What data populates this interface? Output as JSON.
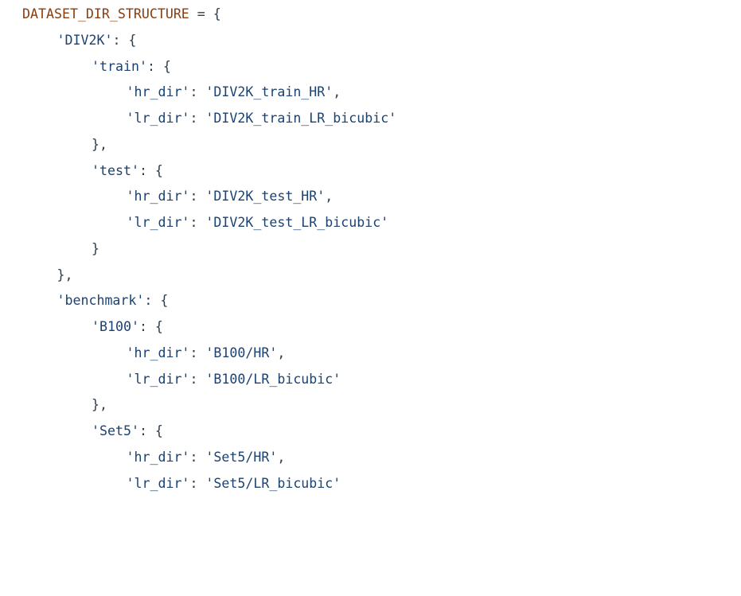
{
  "editor": {
    "colors": {
      "identifier": "#8a3d0c",
      "string": "#1c4270",
      "punctuation": "#2f3d4a",
      "background": "#ffffff"
    },
    "lines": [
      {
        "indent": 0,
        "tokens": [
          {
            "type": "name",
            "text": "DATASET_DIR_STRUCTURE"
          },
          {
            "type": "op",
            "text": " = "
          },
          {
            "type": "punct",
            "text": "{"
          }
        ]
      },
      {
        "indent": 1,
        "tokens": [
          {
            "type": "key",
            "text": "'DIV2K'"
          },
          {
            "type": "punct",
            "text": ": {"
          }
        ]
      },
      {
        "indent": 2,
        "tokens": [
          {
            "type": "key",
            "text": "'train'"
          },
          {
            "type": "punct",
            "text": ": {"
          }
        ]
      },
      {
        "indent": 3,
        "tokens": [
          {
            "type": "key",
            "text": "'hr_dir'"
          },
          {
            "type": "punct",
            "text": ": "
          },
          {
            "type": "str",
            "text": "'DIV2K_train_HR'"
          },
          {
            "type": "punct",
            "text": ","
          }
        ]
      },
      {
        "indent": 3,
        "tokens": [
          {
            "type": "key",
            "text": "'lr_dir'"
          },
          {
            "type": "punct",
            "text": ": "
          },
          {
            "type": "str",
            "text": "'DIV2K_train_LR_bicubic'"
          }
        ]
      },
      {
        "indent": 2,
        "tokens": [
          {
            "type": "punct",
            "text": "},"
          }
        ]
      },
      {
        "indent": 2,
        "tokens": [
          {
            "type": "key",
            "text": "'test'"
          },
          {
            "type": "punct",
            "text": ": {"
          }
        ]
      },
      {
        "indent": 3,
        "tokens": [
          {
            "type": "key",
            "text": "'hr_dir'"
          },
          {
            "type": "punct",
            "text": ": "
          },
          {
            "type": "str",
            "text": "'DIV2K_test_HR'"
          },
          {
            "type": "punct",
            "text": ","
          }
        ]
      },
      {
        "indent": 3,
        "tokens": [
          {
            "type": "key",
            "text": "'lr_dir'"
          },
          {
            "type": "punct",
            "text": ": "
          },
          {
            "type": "str",
            "text": "'DIV2K_test_LR_bicubic'"
          }
        ]
      },
      {
        "indent": 2,
        "tokens": [
          {
            "type": "punct",
            "text": "}"
          }
        ]
      },
      {
        "indent": 1,
        "tokens": [
          {
            "type": "punct",
            "text": "},"
          }
        ]
      },
      {
        "indent": 1,
        "tokens": [
          {
            "type": "key",
            "text": "'benchmark'"
          },
          {
            "type": "punct",
            "text": ": {"
          }
        ]
      },
      {
        "indent": 2,
        "tokens": [
          {
            "type": "key",
            "text": "'B100'"
          },
          {
            "type": "punct",
            "text": ": {"
          }
        ]
      },
      {
        "indent": 3,
        "tokens": [
          {
            "type": "key",
            "text": "'hr_dir'"
          },
          {
            "type": "punct",
            "text": ": "
          },
          {
            "type": "str",
            "text": "'B100/HR'"
          },
          {
            "type": "punct",
            "text": ","
          }
        ]
      },
      {
        "indent": 3,
        "tokens": [
          {
            "type": "key",
            "text": "'lr_dir'"
          },
          {
            "type": "punct",
            "text": ": "
          },
          {
            "type": "str",
            "text": "'B100/LR_bicubic'"
          }
        ]
      },
      {
        "indent": 2,
        "tokens": [
          {
            "type": "punct",
            "text": "},"
          }
        ]
      },
      {
        "indent": 2,
        "tokens": [
          {
            "type": "key",
            "text": "'Set5'"
          },
          {
            "type": "punct",
            "text": ": {"
          }
        ]
      },
      {
        "indent": 3,
        "tokens": [
          {
            "type": "key",
            "text": "'hr_dir'"
          },
          {
            "type": "punct",
            "text": ": "
          },
          {
            "type": "str",
            "text": "'Set5/HR'"
          },
          {
            "type": "punct",
            "text": ","
          }
        ]
      },
      {
        "indent": 3,
        "tokens": [
          {
            "type": "key",
            "text": "'lr_dir'"
          },
          {
            "type": "punct",
            "text": ": "
          },
          {
            "type": "str",
            "text": "'Set5/LR_bicubic'"
          }
        ]
      }
    ]
  }
}
